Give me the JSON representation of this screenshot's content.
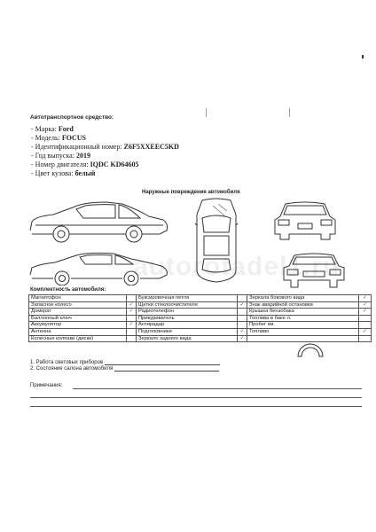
{
  "vehicle": {
    "heading": "Автотранспортное средство:",
    "rows": [
      {
        "label": "- Марка: ",
        "value": "Ford"
      },
      {
        "label": "- Модель: ",
        "value": "FOCUS"
      },
      {
        "label": "- Идентификационный номер: ",
        "value": "Z6F5XXEEC5KD"
      },
      {
        "label": "- Год выпуска: ",
        "value": "2019"
      },
      {
        "label": "- Номер двигателя: ",
        "value": "IQDC KD64605"
      },
      {
        "label": "- Цвет кузова: ",
        "value": "белый"
      }
    ]
  },
  "damage": {
    "title": "Наружные повреждения автомобиля"
  },
  "watermark": "autorotadel1.ru",
  "kit": {
    "heading": "Комплектность автомобиля:",
    "rows": [
      [
        "Магнитофон",
        "",
        "Буксировочная петля",
        "",
        "Зеркала бокового вида",
        "✓"
      ],
      [
        "Запасное колесо",
        "✓",
        "Щетки стеклоочистителя",
        "✓",
        "Знак аварийной остановки",
        "✓"
      ],
      [
        "Домкрат",
        "✓",
        "Радиотелефон",
        "",
        "Крышка бензобака",
        "✓"
      ],
      [
        "Баллонный ключ",
        "",
        "Прикуриватель",
        "",
        "Топлива в баке л.",
        ""
      ],
      [
        "Аккумулятор",
        "✓",
        "Антирадар",
        "",
        "Пробег км.",
        ""
      ],
      [
        "Антенна",
        "",
        "Подголовники",
        "✓",
        "Топливо",
        "✓"
      ],
      [
        "Колесные колпаки (диски)",
        "",
        "Зеркало заднего вида",
        "✓",
        "",
        ""
      ]
    ]
  },
  "checks": [
    "1. Работа световых приборов",
    "2. Состояние салона автомобиля"
  ],
  "notes_label": "Примечания:"
}
